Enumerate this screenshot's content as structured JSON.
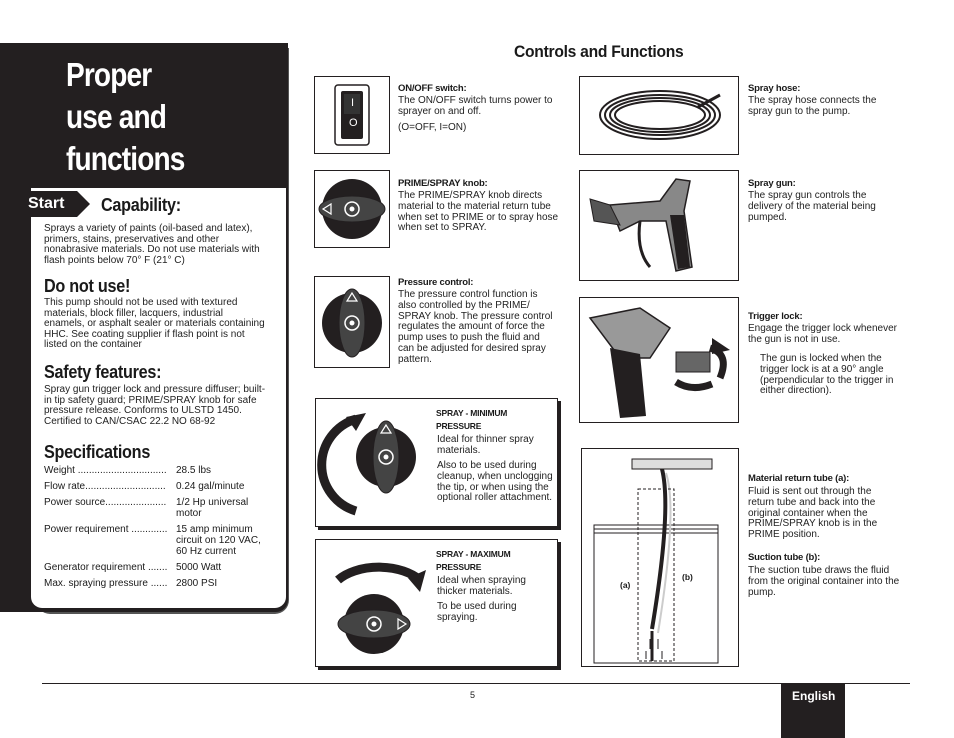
{
  "left": {
    "title_lines": [
      "Proper",
      "use and",
      "functions"
    ],
    "start_label": "Start",
    "capability": {
      "heading": "Capability:",
      "text": "Sprays a variety of paints (oil-based and latex), primers, stains, preservatives and other nonabrasive materials. Do not use materials with flash points below 70° F (21° C)"
    },
    "do_not_use": {
      "heading": "Do not use!",
      "text": "This pump should not be used with textured materials, block filler, lacquers, industrial enamels, or asphalt sealer or materials containing HHC. See coating supplier if flash point is not listed on the container"
    },
    "safety": {
      "heading": "Safety features:",
      "text": "Spray gun trigger lock and pressure diffuser; built-in tip safety guard; PRIME/SPRAY knob for safe pressure release. Conforms to ULSTD 1450. Certified to CAN/CSAC 22.2 NO 68-92"
    },
    "specifications": {
      "heading": "Specifications",
      "rows": [
        {
          "label": "Weight ................................",
          "value": "28.5 lbs"
        },
        {
          "label": "Flow rate.............................",
          "value": "0.24 gal/minute"
        },
        {
          "label": "Power source......................",
          "value": "1/2 Hp universal motor"
        },
        {
          "label": "Power requirement .............",
          "value": "15 amp minimum circuit on 120 VAC, 60 Hz current"
        },
        {
          "label": "Generator requirement .......",
          "value": "5000 Watt"
        },
        {
          "label": "Max. spraying pressure ......",
          "value": "2800 PSI"
        }
      ]
    }
  },
  "controls": {
    "heading": "Controls and Functions",
    "onoff": {
      "title": "ON/OFF switch:",
      "text": "The ON/OFF switch turns power to sprayer on and off.",
      "note": "(O=OFF, I=ON)",
      "switch_on": "I",
      "switch_off": "O"
    },
    "prime_spray": {
      "title": "PRIME/SPRAY knob:",
      "text": "The PRIME/SPRAY knob directs material to the material return tube when set to PRIME or to spray hose when set to SPRAY."
    },
    "pressure": {
      "title": "Pressure control:",
      "text": "The pressure control function is also controlled by the PRIME/ SPRAY knob.  The pressure control regulates the amount of force the pump uses to push the fluid and can be adjusted for desired spray pattern."
    },
    "spray_min": {
      "title": "SPRAY - MINIMUM PRESSURE",
      "text1": "Ideal for thinner spray materials.",
      "text2": "Also to be used during cleanup, when unclogging the tip, or when using the optional roller attachment."
    },
    "spray_max": {
      "title": "SPRAY - MAXIMUM PRESSURE",
      "text1": "Ideal when spraying thicker materials.",
      "text2": "To be used during spraying."
    },
    "hose": {
      "title": "Spray hose:",
      "text": "The spray hose connects the spray gun to the pump."
    },
    "gun": {
      "title": "Spray gun:",
      "text": "The spray gun controls the delivery of the material being pumped."
    },
    "trigger_lock": {
      "title": "Trigger lock:",
      "text1": "Engage the trigger lock whenever the gun is not in use.",
      "text2": "The gun is locked when the trigger lock is at a 90° angle (perpendicular to the trigger in either direction)."
    },
    "return_tube": {
      "title": "Material return tube (a):",
      "text": "Fluid is sent out through the return tube and back into the original container when the PRIME/SPRAY knob is in the PRIME position."
    },
    "suction_tube": {
      "title": "Suction tube (b):",
      "text": "The suction tube draws the fluid from the original container into the pump."
    },
    "bucket_labels": {
      "a": "(a)",
      "b": "(b)"
    }
  },
  "footer": {
    "page_number": "5",
    "language": "English"
  }
}
